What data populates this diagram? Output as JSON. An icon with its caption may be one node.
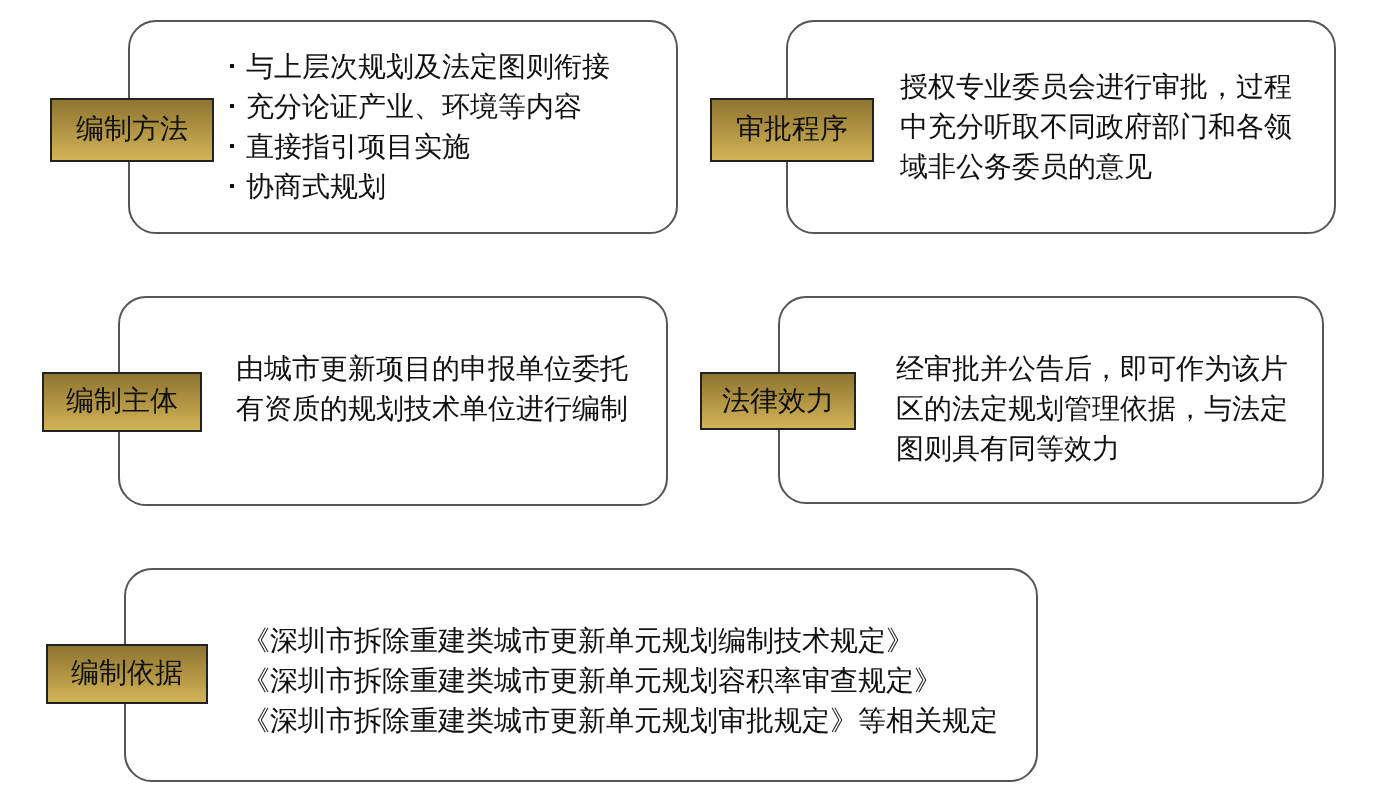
{
  "diagram": {
    "nodes": [
      {
        "text": [
          "编制方法"
        ]
      },
      {
        "text": [
          "与上层次规划及法定图则衔接",
          "充分论证产业、环境等内容",
          "直接指引项目实施",
          "协商式规划"
        ]
      },
      {
        "text": [
          "审批程序"
        ]
      },
      {
        "text": [
          "授权专业委员会进行审批，过程中充分听取不同政府部门和各领域非公务委员的意见"
        ]
      },
      {
        "text": [
          "编制主体"
        ]
      },
      {
        "text": [
          "由城市更新项目的申报单位委托有资质的规划技术单位进行编制"
        ]
      },
      {
        "text": [
          "法律效力"
        ]
      },
      {
        "text": [
          "经审批并公告后，即可作为该片区的法定规划管理依据，与法定图则具有同等效力"
        ]
      },
      {
        "text": [
          "编制依据"
        ]
      },
      {
        "text": [
          "《深圳市拆除重建类城市更新单元规划编制技术规定》",
          "《深圳市拆除重建类城市更新单元规划容积率审查规定》",
          "《深圳市拆除重建类城市更新单元规划审批规定》等相关规定"
        ]
      }
    ]
  }
}
